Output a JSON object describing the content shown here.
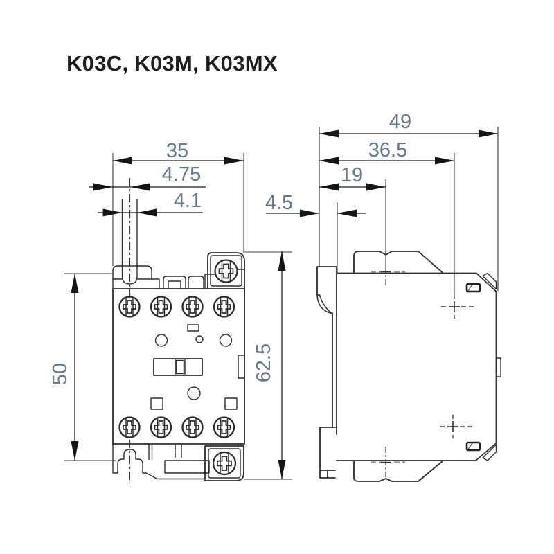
{
  "title": "K03C, K03M, K03MX",
  "views": {
    "front": {
      "dims": {
        "width": "35",
        "slot_center_offset": "4.75",
        "slot_width": "4.1",
        "mounting_pitch": "50",
        "overall_height": "62.5"
      }
    },
    "side": {
      "dims": {
        "overall_depth": "49",
        "hole_offset": "36.5",
        "upper_depth": "19",
        "rail_lip": "4.5"
      }
    }
  },
  "colors": {
    "line": "#2e2e2e",
    "dimension_line": "#1f1f1f",
    "dimension_text": "#64788c",
    "title_text": "#1d1d1d"
  }
}
